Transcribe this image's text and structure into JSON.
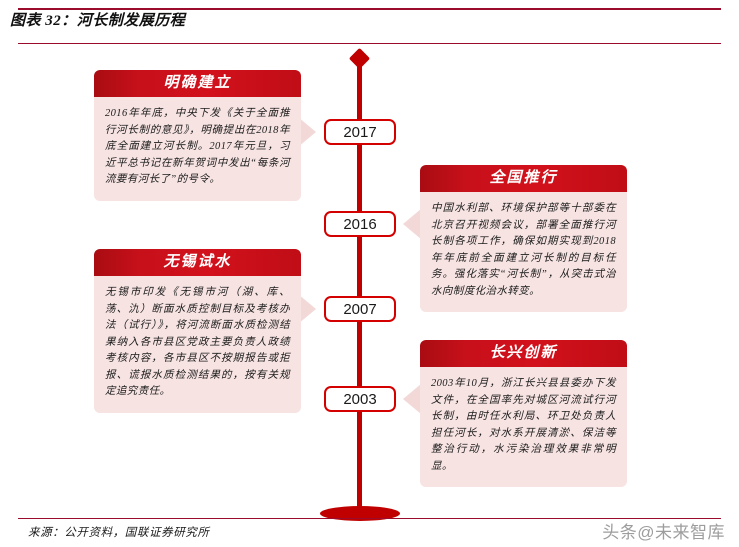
{
  "header": {
    "title": "图表 32：河长制发展历程"
  },
  "timeline": {
    "years": [
      {
        "label": "2017"
      },
      {
        "label": "2016"
      },
      {
        "label": "2007"
      },
      {
        "label": "2003"
      }
    ],
    "accent_color": "#c00000",
    "pill_border_color": "#d40000"
  },
  "cards": [
    {
      "title": "明确建立",
      "body": "2016年年底，中央下发《关于全面推行河长制的意见》，明确提出在2018年底全面建立河长制。2017年元旦，习近平总书记在新年贺词中发出“每条河流要有河长了”的号令。",
      "side": "left",
      "year": "2017"
    },
    {
      "title": "全国推行",
      "body": "中国水利部、环境保护部等十部委在北京召开视频会议，部署全面推行河长制各项工作，确保如期实现到2018年年底前全面建立河长制的目标任务。强化落实“河长制”，从突击式治水向制度化治水转变。",
      "side": "right",
      "year": "2016"
    },
    {
      "title": "无锡试水",
      "body": "无锡市印发《无锡市河（湖、库、荡、氿）断面水质控制目标及考核办法（试行）》，将河流断面水质检测结果纳入各市县区党政主要负责人政绩考核内容，各市县区不按期报告或拒报、谎报水质检测结果的，按有关规定追究责任。",
      "side": "left",
      "year": "2007"
    },
    {
      "title": "长兴创新",
      "body": "2003年10月，浙江长兴县县委办下发文件，在全国率先对城区河流试行河长制，由时任水利局、环卫处负责人担任河长，对水系开展清淤、保洁等整治行动，水污染治理效果非常明显。",
      "side": "right",
      "year": "2003"
    }
  ],
  "footer": {
    "source": "来源：公开资料，国联证券研究所",
    "watermark": "头条@未来智库"
  }
}
